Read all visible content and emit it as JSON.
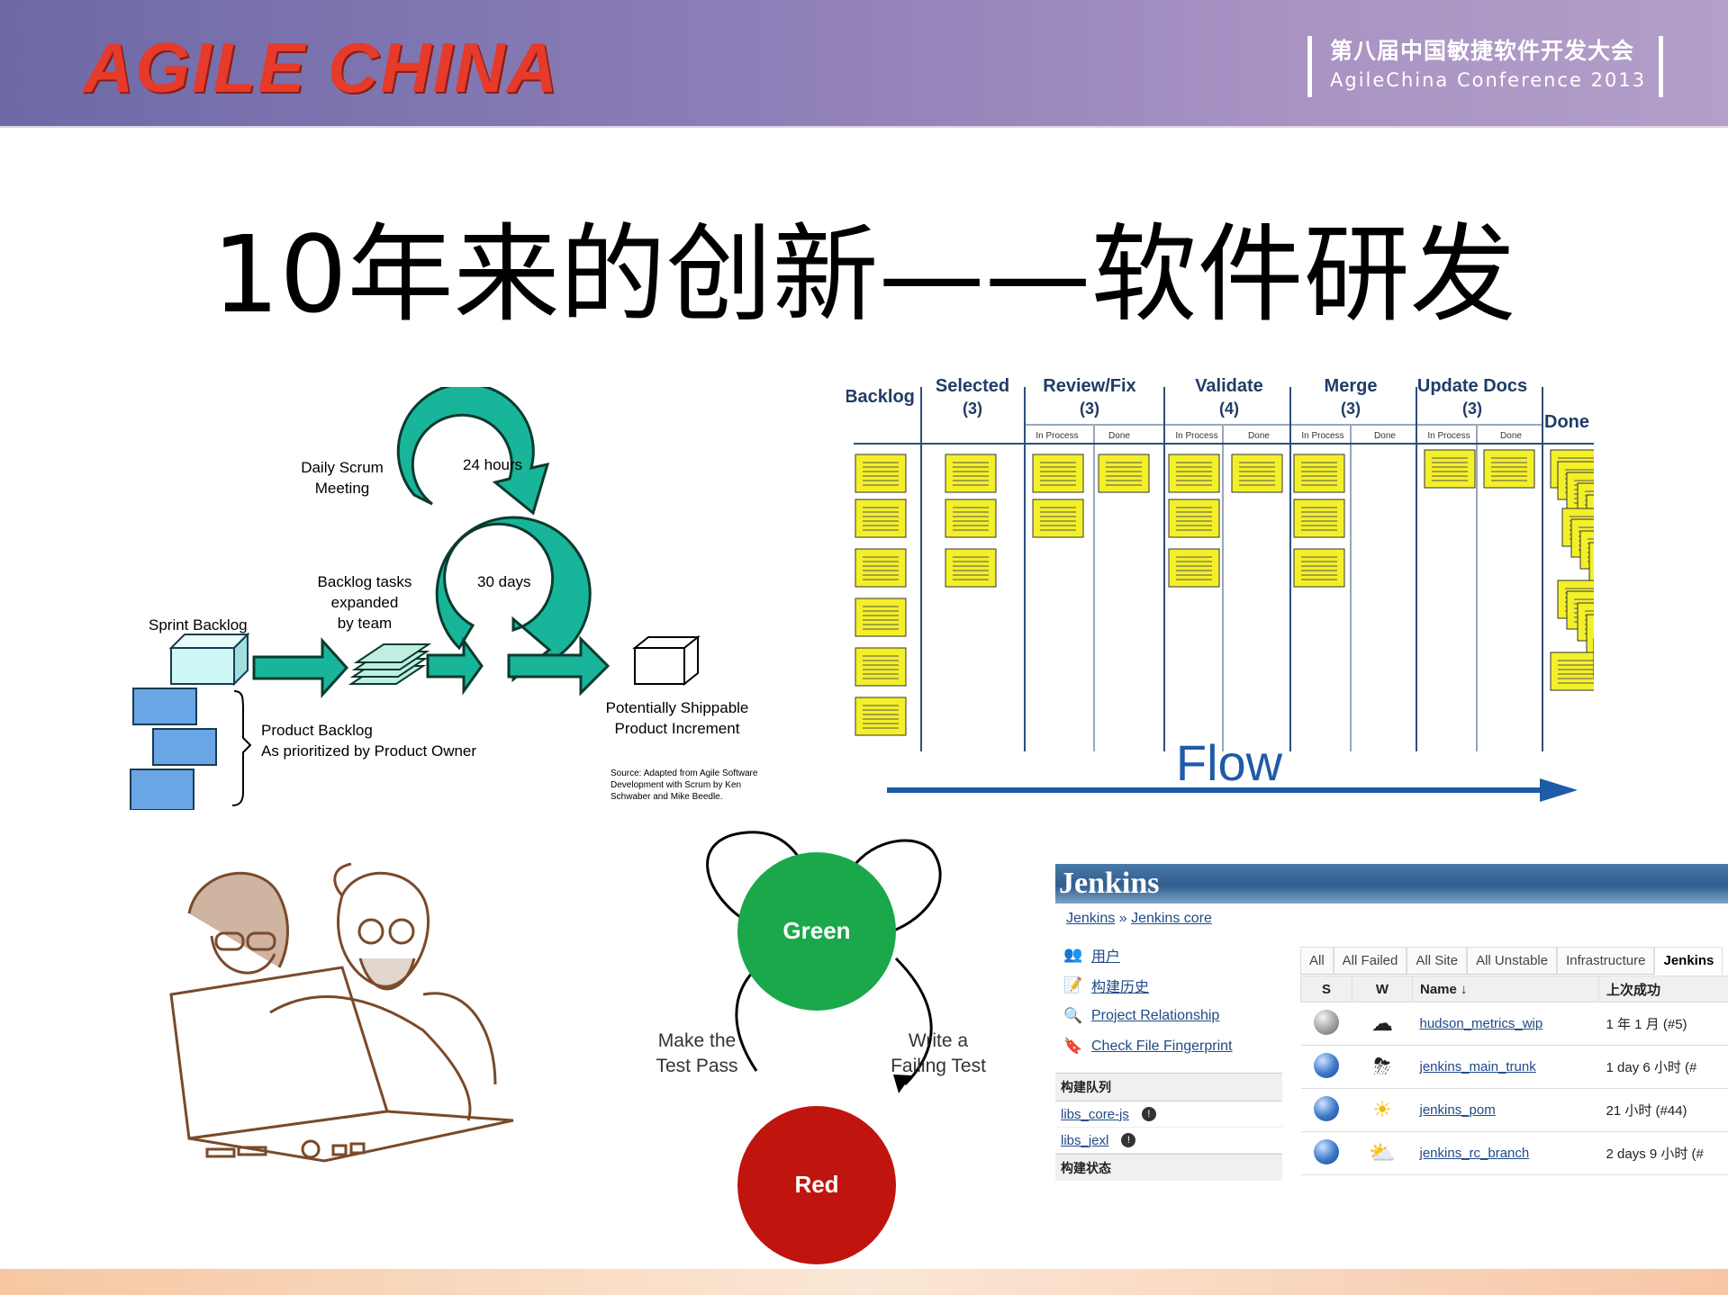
{
  "header": {
    "logo_text": "AGILE CHINA",
    "conference_cn": "第八届中国敏捷软件开发大会",
    "conference_en": "AgileChina Conference 2013"
  },
  "slide_title": "10年来的创新——软件研发",
  "scrum": {
    "daily_scrum": [
      "Daily Scrum",
      "Meeting"
    ],
    "hours_label": "24 hours",
    "days_label": "30 days",
    "backlog_tasks": [
      "Backlog tasks",
      "expanded",
      "by team"
    ],
    "sprint_backlog": "Sprint Backlog",
    "product_backlog": [
      "Product Backlog",
      "As prioritized by Product Owner"
    ],
    "increment": [
      "Potentially Shippable",
      "Product Increment"
    ],
    "source": [
      "Source: Adapted from Agile Software",
      "Development with Scrum by Ken",
      "Schwaber and Mike Beedle."
    ]
  },
  "kanban": {
    "columns": [
      {
        "name": "Backlog",
        "wip": ""
      },
      {
        "name": "Selected",
        "wip": "(3)"
      },
      {
        "name": "Review/Fix",
        "wip": "(3)"
      },
      {
        "name": "Validate",
        "wip": "(4)"
      },
      {
        "name": "Merge",
        "wip": "(3)"
      },
      {
        "name": "Update Docs",
        "wip": "(3)"
      },
      {
        "name": "Done",
        "wip": ""
      }
    ],
    "sub_in_process": "In Process",
    "sub_done": "Done",
    "flow_label": "Flow",
    "card_color": "#f3f02a"
  },
  "tdd": {
    "green_label": "Green",
    "red_label": "Red",
    "left_label": [
      "Make the",
      "Test Pass"
    ],
    "right_label": [
      "Write a",
      "Failing Test"
    ],
    "green_color": "#1aa84a",
    "red_color": "#c0140f"
  },
  "jenkins": {
    "logo": "Jenkins",
    "breadcrumb": [
      "Jenkins",
      "Jenkins core"
    ],
    "breadcrumb_sep": "»",
    "sidebar": [
      "用户",
      "构建历史",
      "Project Relationship",
      "Check File Fingerprint"
    ],
    "queue_header": "构建队列",
    "queue_items": [
      "libs_core-js",
      "libs_jexl"
    ],
    "status_header": "构建状态",
    "tabs": [
      "All",
      "All Failed",
      "All Site",
      "All Unstable",
      "Infrastructure",
      "Jenkins"
    ],
    "table_headers": [
      "S",
      "W",
      "Name ↓",
      "上次成功"
    ],
    "rows": [
      {
        "status": "grey",
        "weather": "cloudy",
        "name": "hudson_metrics_wip",
        "last": "1 年 1 月 (#5)"
      },
      {
        "status": "blue",
        "weather": "storm",
        "name": "jenkins_main_trunk",
        "last": "1 day 6 小时 (#"
      },
      {
        "status": "blue",
        "weather": "sunny",
        "name": "jenkins_pom",
        "last": "21 小时 (#44)"
      },
      {
        "status": "blue",
        "weather": "partly-cloudy",
        "name": "jenkins_rc_branch",
        "last": "2 days 9 小时 (#"
      }
    ]
  }
}
